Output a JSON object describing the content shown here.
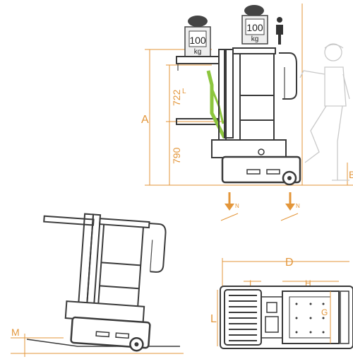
{
  "colors": {
    "dimension": "#e3963a",
    "machine": "#3a3a3a",
    "green": "#8cc63e",
    "person": "#c9c9c9"
  },
  "weights": {
    "left_value": "100",
    "left_unit": "kg",
    "right_value": "100",
    "right_unit": "kg"
  },
  "dimensions": {
    "d722": "722",
    "d722_unit": "L",
    "d790": "790",
    "A": "A",
    "B": "B",
    "D": "D",
    "I": "I",
    "H": "H",
    "L": "L",
    "G": "G",
    "M": "M",
    "N1": "N",
    "N2": "N"
  },
  "icons": [
    "weight-icon",
    "person-icon",
    "arrow-down-icon"
  ]
}
